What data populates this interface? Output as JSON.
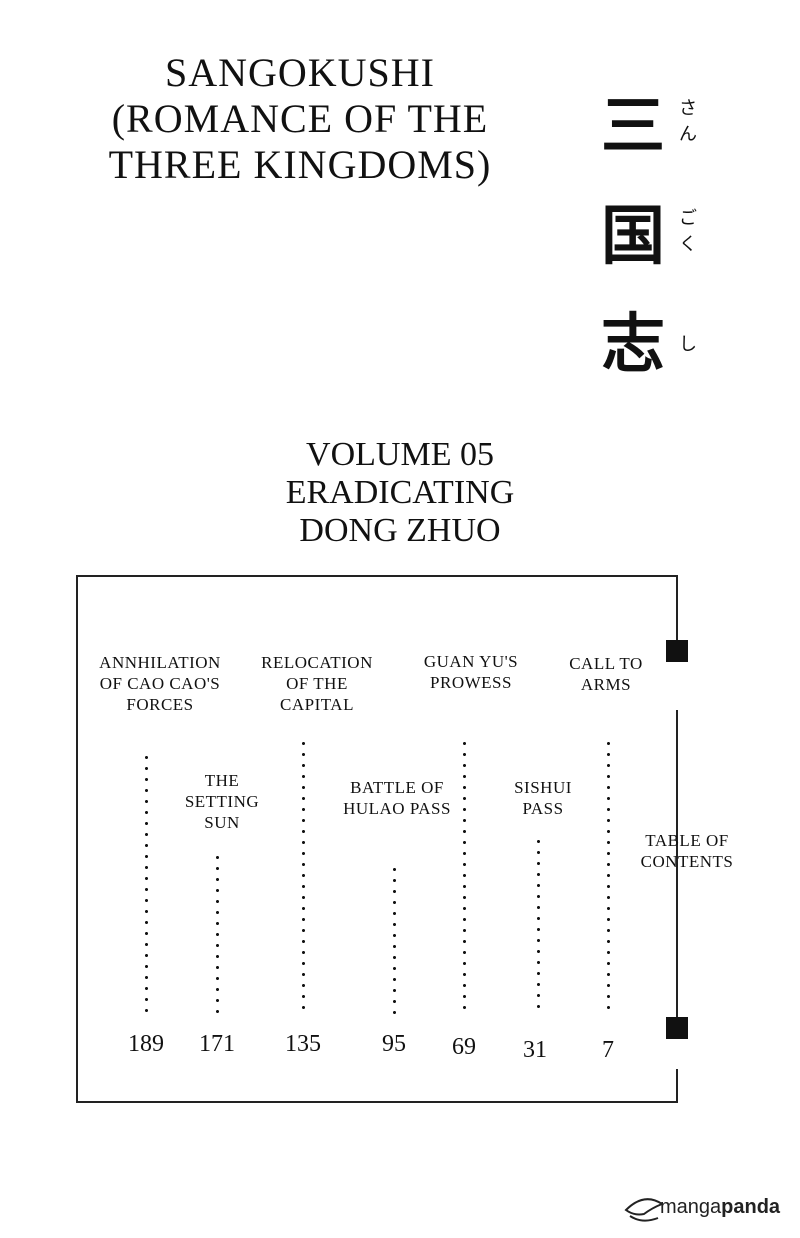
{
  "series": {
    "title_lines": [
      "SANGOKUSHI",
      "(ROMANCE OF THE",
      "THREE KINGDOMS)"
    ],
    "kanji": [
      "三",
      "国",
      "志"
    ],
    "furigana": [
      [
        "さ",
        "ん"
      ],
      [
        "ご",
        "く"
      ],
      [
        "し"
      ]
    ]
  },
  "volume": {
    "title_lines": [
      "VOLUME 05",
      "ERADICATING",
      "DONG ZHUO"
    ]
  },
  "toc": {
    "chapters": [
      {
        "title_lines": [
          "ANNHILATION",
          "OF CAO CAO'S",
          "FORCES"
        ],
        "page": "189"
      },
      {
        "title_lines": [
          "THE",
          "SETTING",
          "SUN"
        ],
        "page": "171"
      },
      {
        "title_lines": [
          "RELOCATION",
          "OF THE",
          "CAPITAL"
        ],
        "page": "135"
      },
      {
        "title_lines": [
          "BATTLE OF",
          "HULAO PASS"
        ],
        "page": "95"
      },
      {
        "title_lines": [
          "GUAN YU'S",
          "PROWESS"
        ],
        "page": "69"
      },
      {
        "title_lines": [
          "SISHUI",
          "PASS"
        ],
        "page": "31"
      },
      {
        "title_lines": [
          "CALL TO",
          "ARMS"
        ],
        "page": "7"
      },
      {
        "title_lines": [
          "TABLE OF",
          "CONTENTS"
        ],
        "page": ""
      }
    ]
  },
  "watermark": {
    "part1": "manga",
    "part2": "panda"
  }
}
